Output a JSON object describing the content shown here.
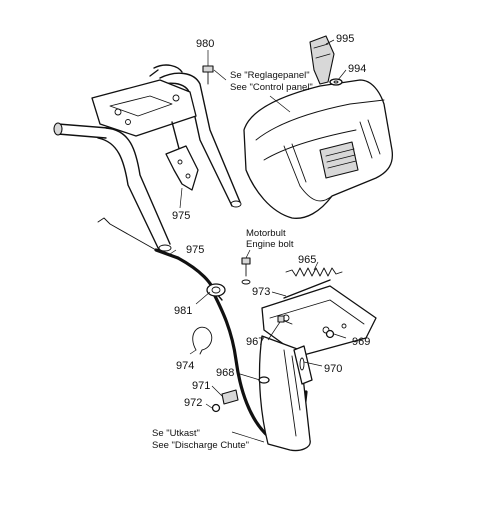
{
  "labels": {
    "p980": "980",
    "p995": "995",
    "p994": "994",
    "p975_top": "975",
    "p975_mid": "975",
    "p965": "965",
    "p973": "973",
    "p981": "981",
    "p967": "967",
    "p969": "969",
    "p974": "974",
    "p968": "968",
    "p970": "970",
    "p971": "971",
    "p972": "972"
  },
  "notes": {
    "control_panel_sv": "Se \"Reglagepanel\"",
    "control_panel_en": "See \"Control panel\"",
    "engine_bolt_sv": "Motorbult",
    "engine_bolt_en": "Engine bolt",
    "chute_sv": "Se \"Utkast\"",
    "chute_en": "See \"Discharge Chute\""
  }
}
